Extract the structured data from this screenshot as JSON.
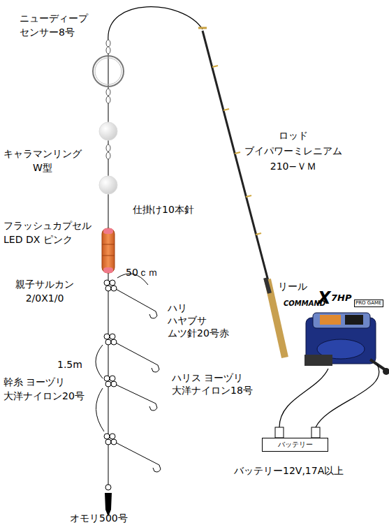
{
  "diagram": {
    "nodes": [
      {
        "text": [
          "バッテリー"
        ]
      }
    ],
    "labels": [
      "ニューディープ センサー8号",
      "キャラマンリング W型",
      "仕掛け10本針",
      "フラッシュカプセル LED DX ピンク",
      "ロッド ブイパワーミレニアム 210−ＶＭ",
      "親子サルカン 2/0X1/0",
      "50ｃｍ",
      "ハリ ハヤブサ ムツ針20号赤",
      "1.5m",
      "ハリス ヨーヅリ 大洋ナイロン18号",
      "幹糸 ヨーヅリ 大洋ナイロン20号",
      "リール",
      "COMMAND",
      "X",
      "7HP",
      "PRO GAME",
      "バッテリー12V,17A以上",
      "オモリ500号"
    ]
  }
}
